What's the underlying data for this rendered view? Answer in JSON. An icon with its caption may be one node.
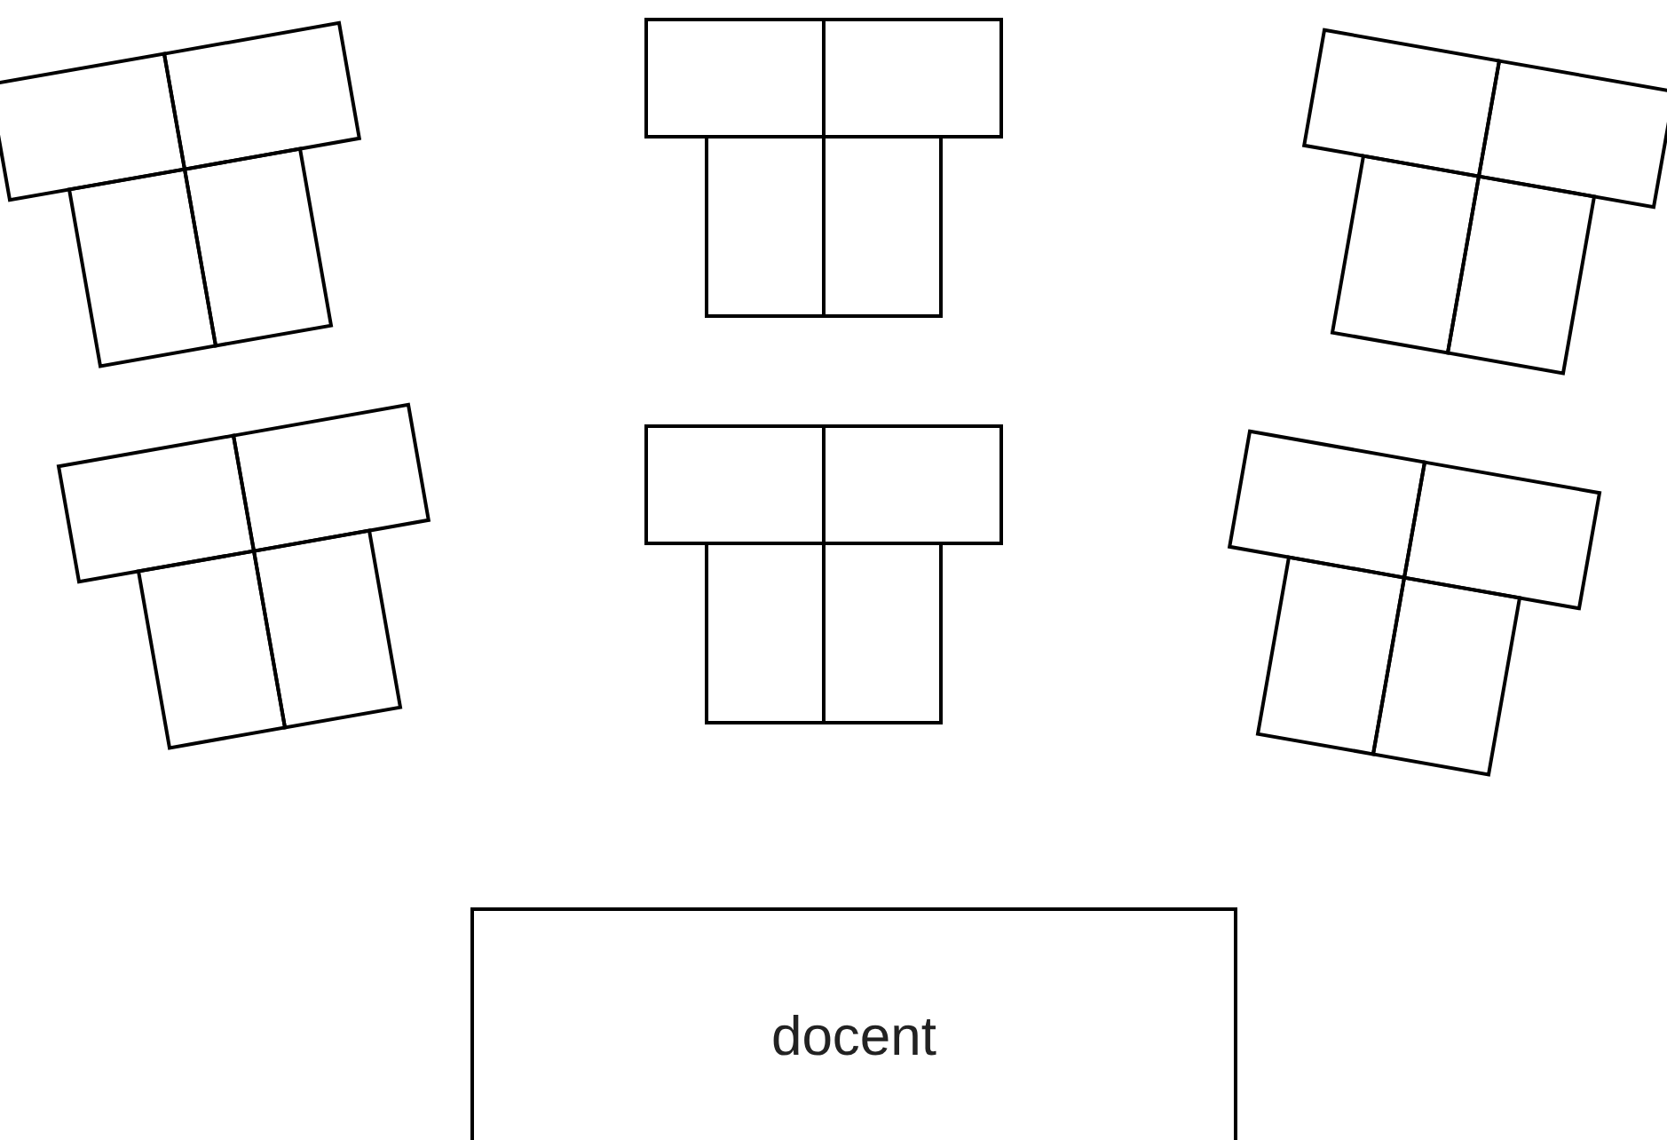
{
  "diagram": {
    "nodes": [
      {
        "text": [],
        "shape": "box"
      },
      {
        "text": [],
        "shape": "box"
      },
      {
        "text": [],
        "shape": "box"
      },
      {
        "text": [],
        "shape": "box"
      },
      {
        "text": [],
        "shape": "box"
      },
      {
        "text": [],
        "shape": "box"
      },
      {
        "text": [],
        "shape": "box"
      },
      {
        "text": [],
        "shape": "box"
      },
      {
        "text": [],
        "shape": "box"
      },
      {
        "text": [],
        "shape": "box"
      },
      {
        "text": [],
        "shape": "box"
      },
      {
        "text": [],
        "shape": "box"
      },
      {
        "text": [],
        "shape": "box"
      },
      {
        "text": [],
        "shape": "box"
      },
      {
        "text": [],
        "shape": "box"
      },
      {
        "text": [],
        "shape": "box"
      },
      {
        "text": [],
        "shape": "box"
      },
      {
        "text": [],
        "shape": "box"
      },
      {
        "text": [],
        "shape": "box"
      },
      {
        "text": [],
        "shape": "box"
      },
      {
        "text": [],
        "shape": "box"
      },
      {
        "text": [],
        "shape": "box"
      },
      {
        "text": [],
        "shape": "box"
      },
      {
        "text": [],
        "shape": "box"
      },
      {
        "text": [
          "docent"
        ]
      }
    ]
  }
}
